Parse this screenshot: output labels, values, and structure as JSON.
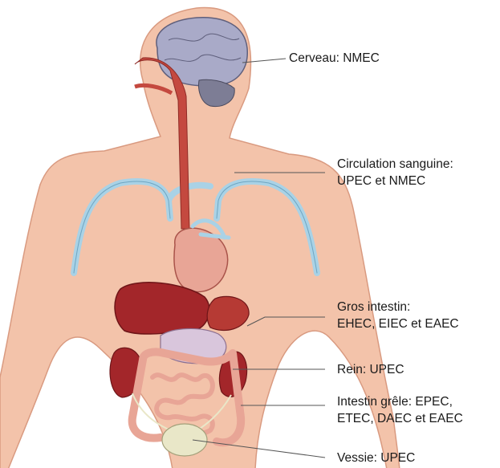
{
  "colors": {
    "skin": "#f3c3aa",
    "skin_edge": "#d99a80",
    "organ_dark": "#a3262a",
    "organ_mid": "#c4493f",
    "vessel": "#a9d2e6",
    "brain": "#a9aac8",
    "stomach": "#d9c6dc",
    "bladder": "#e9e7c8",
    "leader": "#555555"
  },
  "labels": [
    {
      "id": "brain",
      "lines": [
        "Cerveau: NMEC"
      ]
    },
    {
      "id": "blood",
      "lines": [
        "Circulation sanguine:",
        "UPEC et NMEC"
      ]
    },
    {
      "id": "large-intestine",
      "lines": [
        "Gros intestin:",
        "EHEC, EIEC et EAEC"
      ]
    },
    {
      "id": "kidney",
      "lines": [
        "Rein: UPEC"
      ]
    },
    {
      "id": "small-intestine",
      "lines": [
        "Intestin grêle: EPEC,",
        "ETEC, DAEC et EAEC"
      ]
    },
    {
      "id": "bladder",
      "lines": [
        "Vessie: UPEC"
      ]
    }
  ]
}
